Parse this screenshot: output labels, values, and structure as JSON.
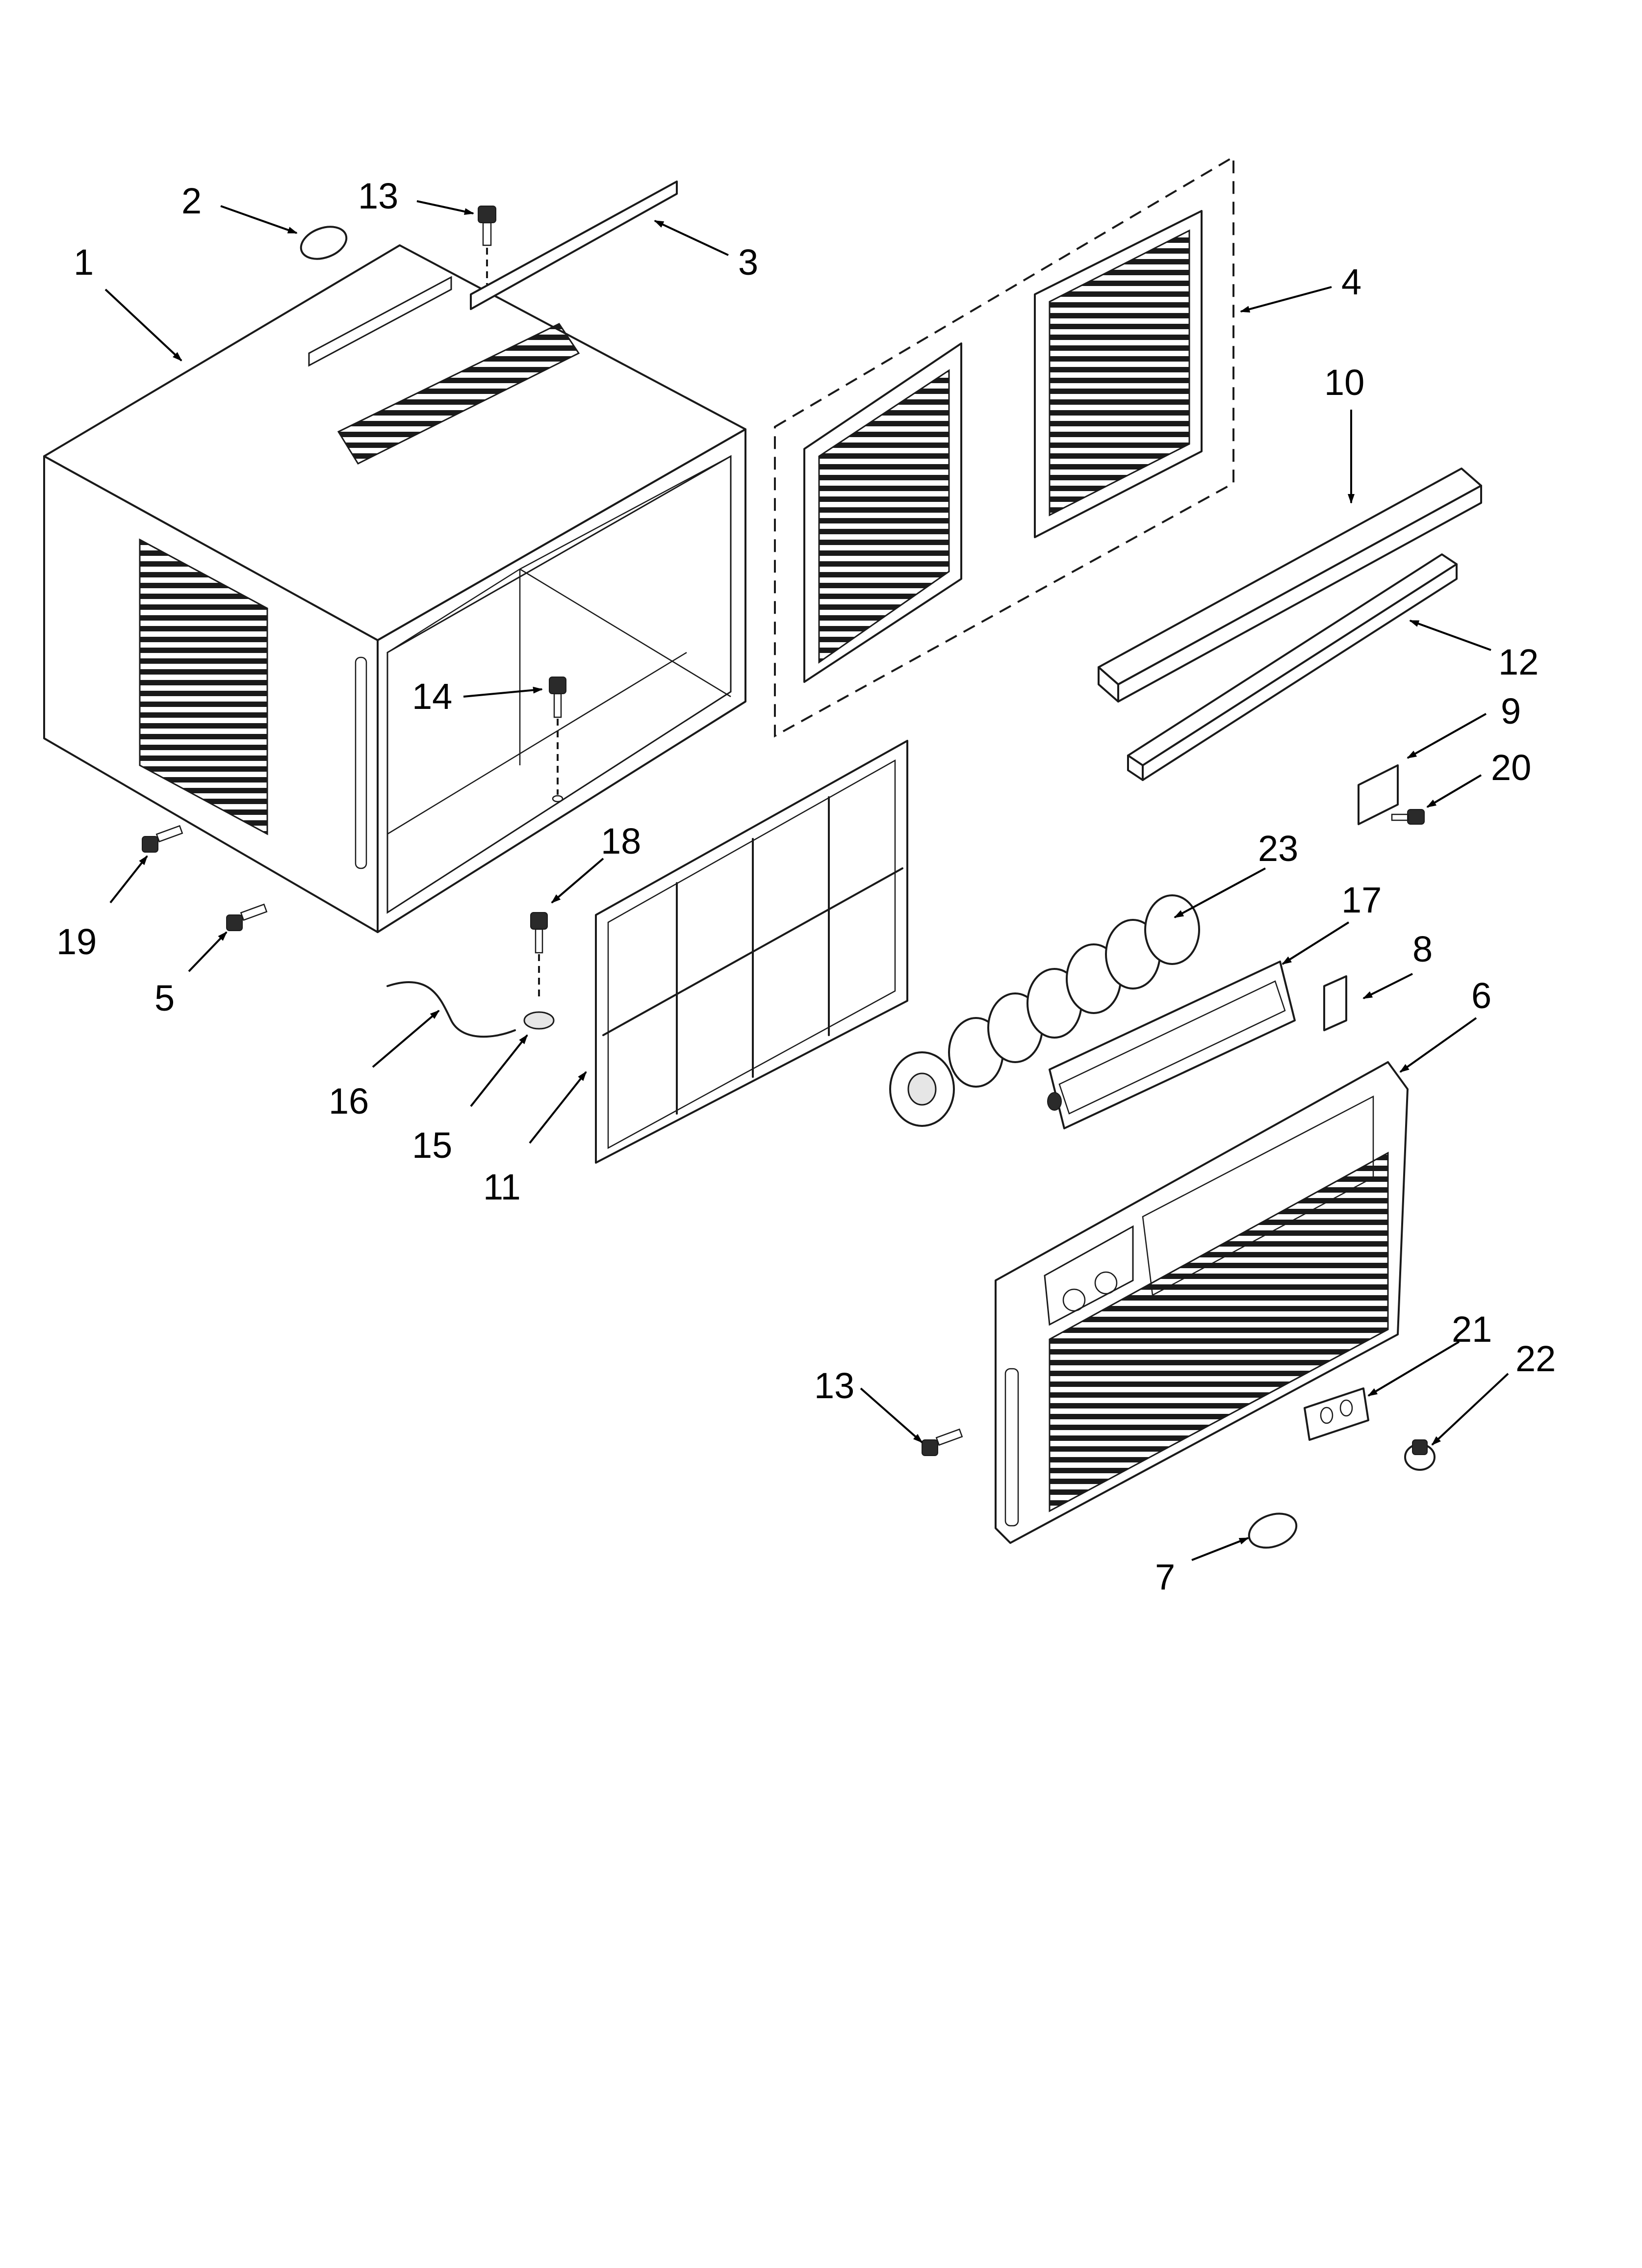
{
  "diagram": {
    "callouts": [
      {
        "id": "c1",
        "label": "1"
      },
      {
        "id": "c2",
        "label": "2"
      },
      {
        "id": "c13a",
        "label": "13"
      },
      {
        "id": "c3",
        "label": "3"
      },
      {
        "id": "c4",
        "label": "4"
      },
      {
        "id": "c10",
        "label": "10"
      },
      {
        "id": "c12",
        "label": "12"
      },
      {
        "id": "c9",
        "label": "9"
      },
      {
        "id": "c20",
        "label": "20"
      },
      {
        "id": "c14",
        "label": "14"
      },
      {
        "id": "c18",
        "label": "18"
      },
      {
        "id": "c23",
        "label": "23"
      },
      {
        "id": "c17",
        "label": "17"
      },
      {
        "id": "c8",
        "label": "8"
      },
      {
        "id": "c6",
        "label": "6"
      },
      {
        "id": "c19",
        "label": "19"
      },
      {
        "id": "c5",
        "label": "5"
      },
      {
        "id": "c16",
        "label": "16"
      },
      {
        "id": "c15",
        "label": "15"
      },
      {
        "id": "c11",
        "label": "11"
      },
      {
        "id": "c13b",
        "label": "13"
      },
      {
        "id": "c21",
        "label": "21"
      },
      {
        "id": "c22",
        "label": "22"
      },
      {
        "id": "c7",
        "label": "7"
      }
    ]
  }
}
